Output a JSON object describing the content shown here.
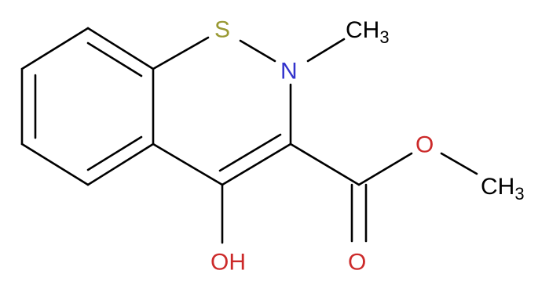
{
  "molecule": {
    "atoms": {
      "S": {
        "text": "S",
        "color": "#999933"
      },
      "N": {
        "text": "N",
        "color": "#3333cc"
      },
      "O_ester": {
        "text": "O",
        "color": "#cc2a2a"
      },
      "O_carbonyl": {
        "text": "O",
        "color": "#cc2a2a"
      },
      "OH": {
        "text": "OH",
        "color": "#cc2a2a"
      },
      "CH3_N": {
        "text": "CH",
        "subscript": "3",
        "color": "#000000"
      },
      "CH3_O": {
        "text": "CH",
        "subscript": "3",
        "color": "#000000"
      }
    },
    "bond_color": "#000000"
  }
}
